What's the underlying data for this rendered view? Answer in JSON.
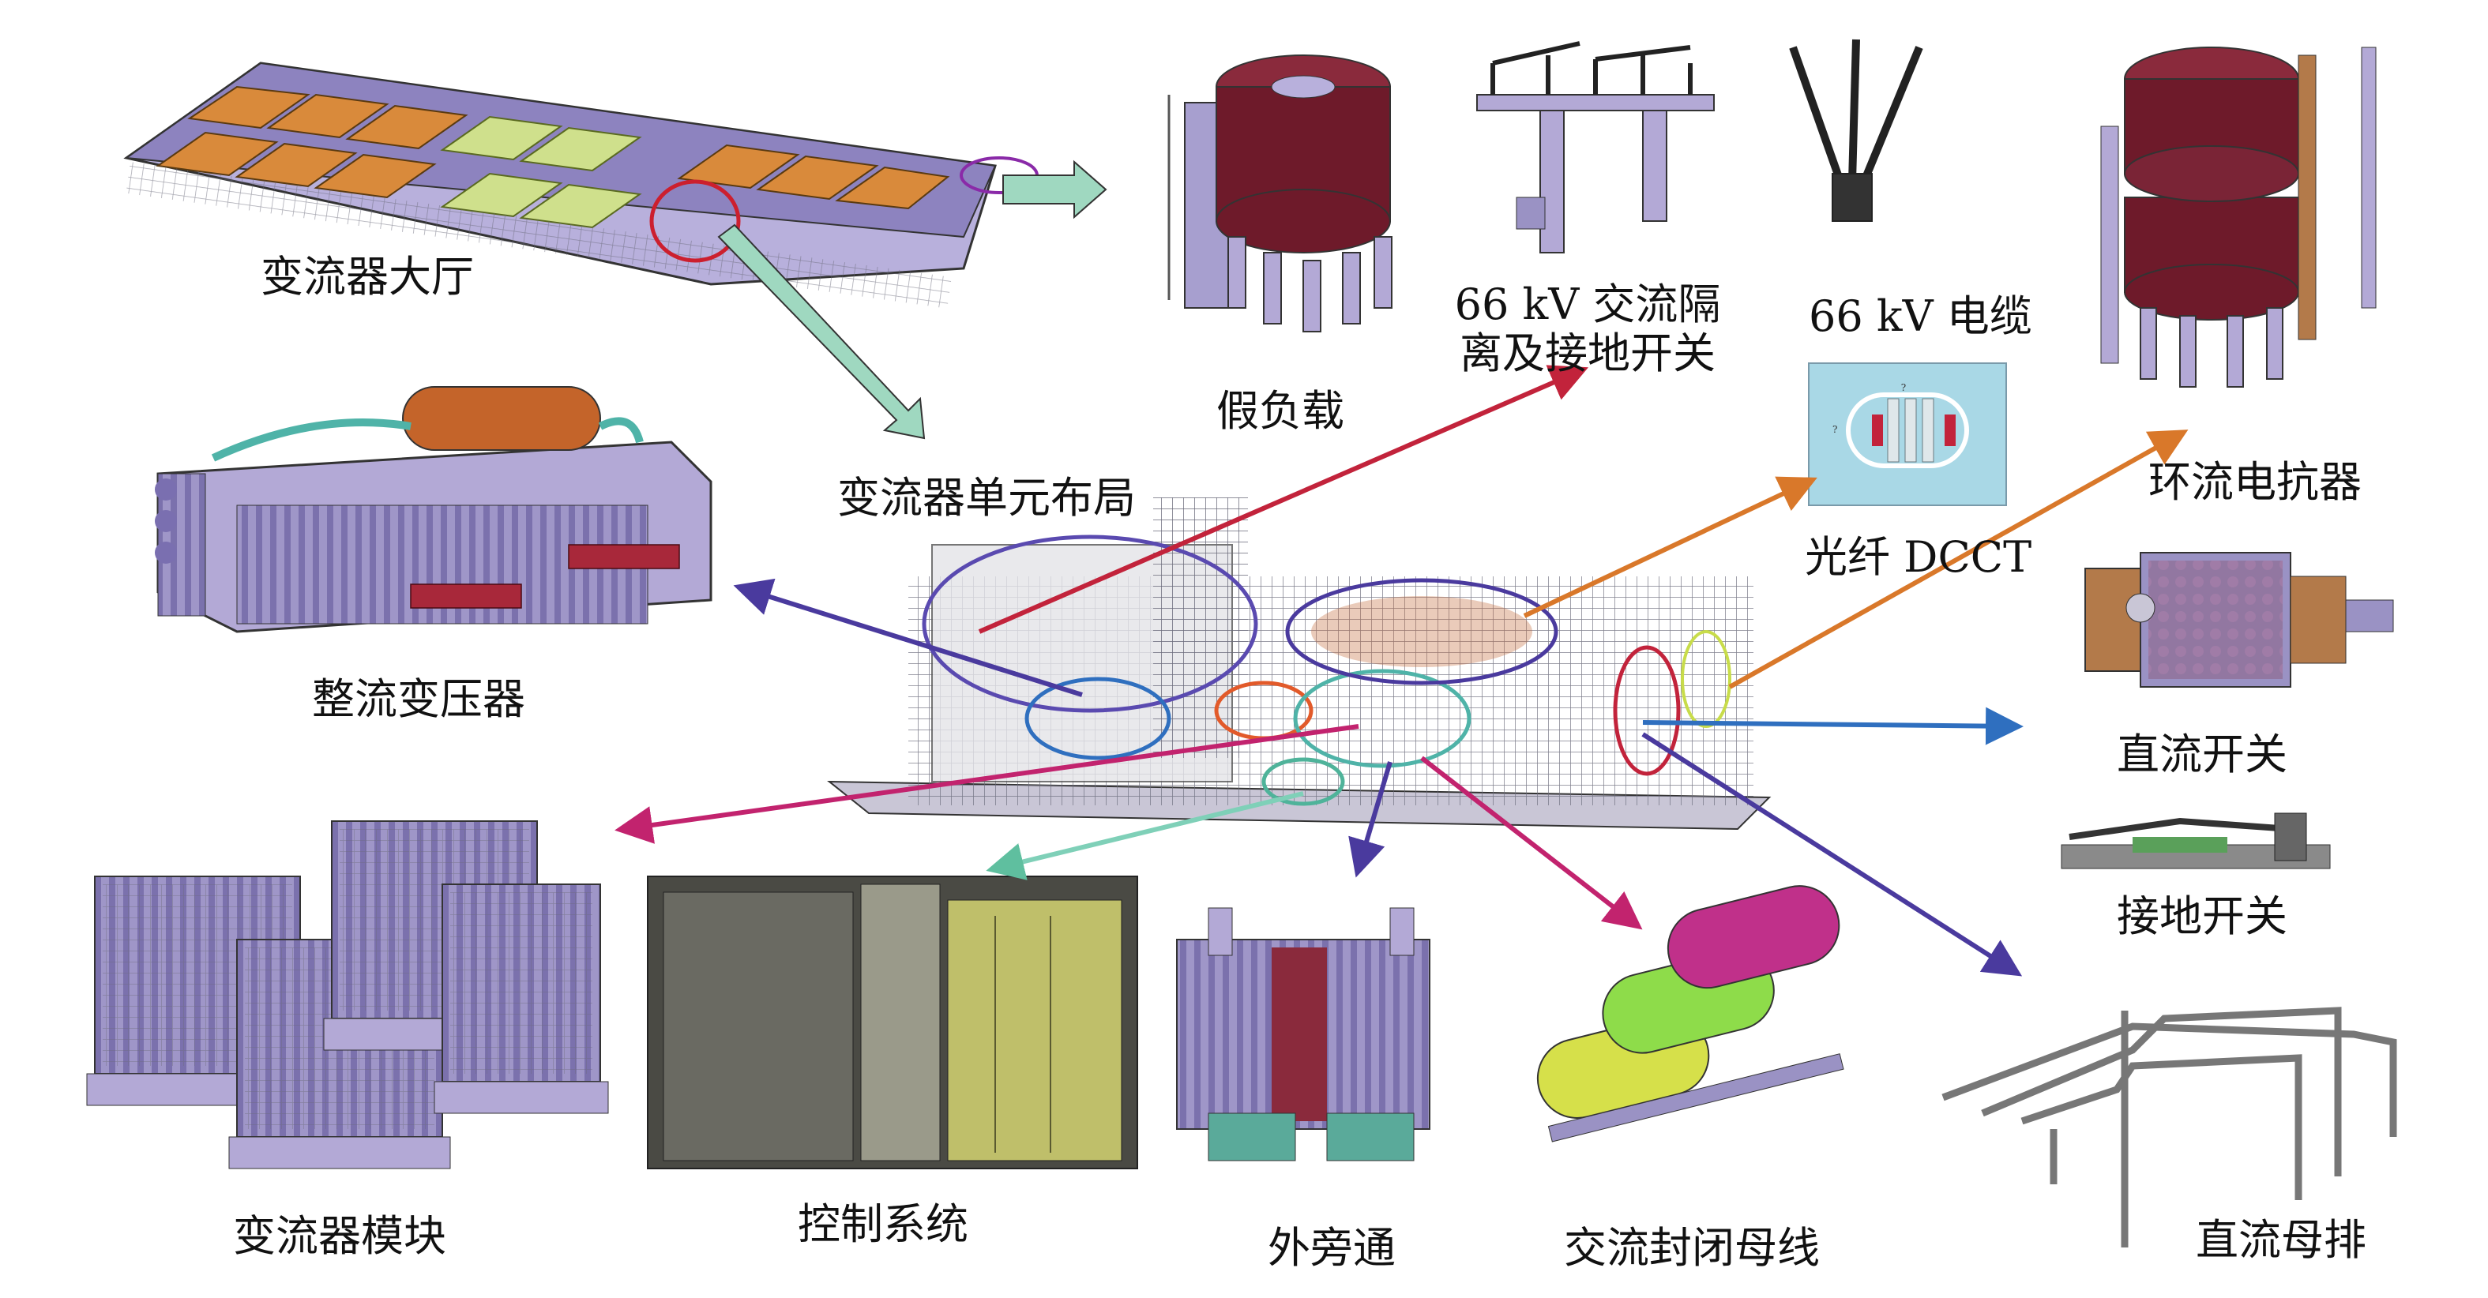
{
  "labels": {
    "converter_hall": "变流器大厅",
    "dummy_load": "假负载",
    "ac_isolator_line1": "66 kV 交流隔",
    "ac_isolator_line2": "离及接地开关",
    "cable_66kv": "66 kV 电缆",
    "circulating_reactor": "环流电抗器",
    "unit_layout": "变流器单元布局",
    "rectifier_transformer": "整流变压器",
    "fiber_dcct": "光纤 DCCT",
    "dc_switch": "直流开关",
    "grounding_switch": "接地开关",
    "converter_module": "变流器模块",
    "control_system": "控制系统",
    "bypass": "外旁通",
    "ac_enclosed_busbar": "交流封闭母线",
    "dc_busbar": "直流母排"
  },
  "dcct_inset_labels": {
    "top": "?",
    "left": "?"
  },
  "colors": {
    "lavender": "#b3a9d6",
    "dark_red": "#6e1a2a",
    "orange": "#d68a3a",
    "teal": "#4fb3a8",
    "lime": "#c8dc4a",
    "magenta": "#c0308a",
    "arrow_purple": "#4a3a9e",
    "arrow_magenta": "#c2236e",
    "arrow_orange": "#d9782a",
    "arrow_blue": "#2f6fbf",
    "arrow_teal": "#7fd0b8",
    "arrow_red": "#c2233b"
  }
}
